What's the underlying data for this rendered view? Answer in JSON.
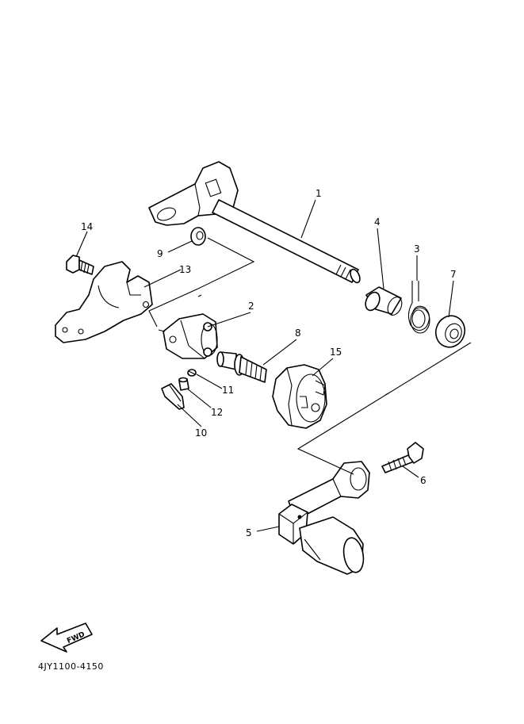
{
  "diagram": {
    "callouts": {
      "p1": "1",
      "p2": "2",
      "p3": "3",
      "p4": "4",
      "p5": "5",
      "p6": "6",
      "p7": "7",
      "p8": "8",
      "p9": "9",
      "p10": "10",
      "p11": "11",
      "p12": "12",
      "p13": "13",
      "p14": "14",
      "p15": "15"
    },
    "fwd_label": "FWD",
    "part_code": "4JY1100-4150"
  }
}
